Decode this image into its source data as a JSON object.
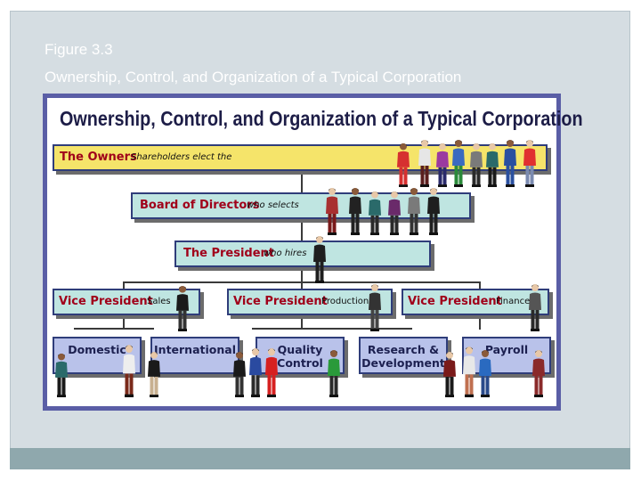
{
  "slide": {
    "title_line1": "Figure 3.3",
    "title_line2": "Ownership, Control, and Organization of a Typical Corporation"
  },
  "figure": {
    "title": "Ownership, Control, and Organization of a Typical Corporation",
    "owners": {
      "label": "The Owners",
      "sub": "Shareholders elect the"
    },
    "board": {
      "label": "Board of Directors",
      "sub": "who selects"
    },
    "president": {
      "label": "The President",
      "sub": "who hires"
    },
    "vps": [
      {
        "label": "Vice President",
        "sub": "Sales"
      },
      {
        "label": "Vice President",
        "sub": "Production"
      },
      {
        "label": "Vice President",
        "sub": "Finance"
      }
    ],
    "units": [
      {
        "line1": "Domestic",
        "line2": ""
      },
      {
        "line1": "International",
        "line2": ""
      },
      {
        "line1": "Quality",
        "line2": "Control"
      },
      {
        "line1": "Research &",
        "line2": "Development"
      },
      {
        "line1": "Payroll",
        "line2": ""
      }
    ]
  },
  "colors": {
    "slide_bg": "#d5dde2",
    "footer_bar": "#8fa8ad",
    "figure_border": "#5a5ea6",
    "owners_fill": "#f5e46a",
    "mgmt_fill": "#bfe5e1",
    "unit_fill": "#b9c2ea",
    "label_red": "#a0001a",
    "navy": "#1d1d47"
  },
  "icons": {
    "people": "person-figure-icon"
  }
}
